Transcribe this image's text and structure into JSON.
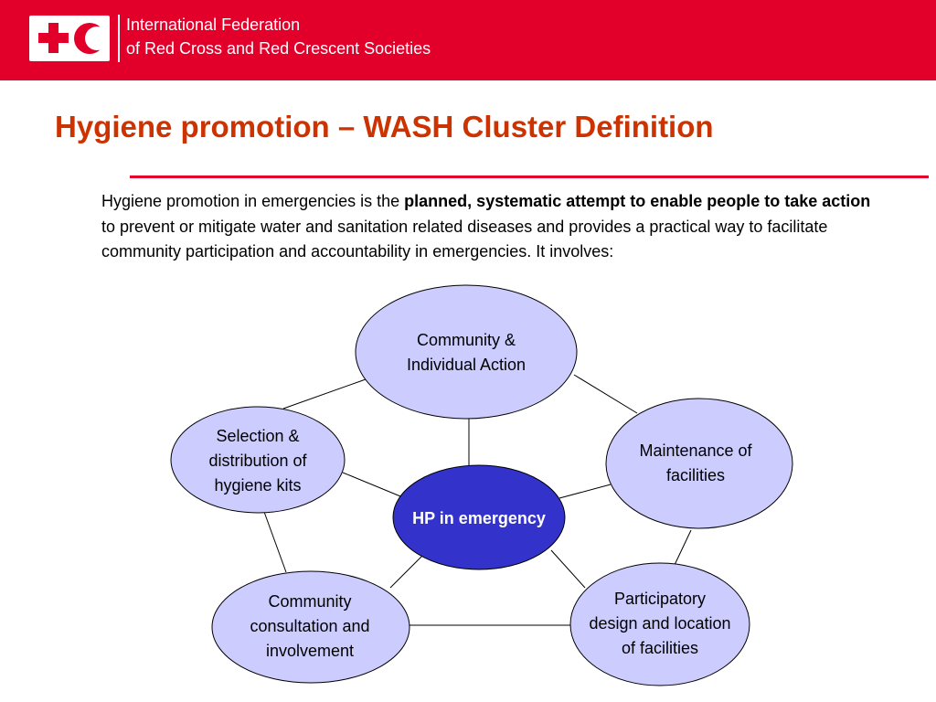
{
  "header": {
    "logo_icon": "red-cross-red-crescent-logo",
    "org_line1": "International Federation",
    "org_line2": "of Red Cross and Red Crescent Societies",
    "color": "#e2002b"
  },
  "title": "Hygiene promotion – WASH Cluster Definition",
  "intro": {
    "part1": "Hygiene promotion in emergencies is the ",
    "bold": "planned, systematic attempt to enable people to take action",
    "part2": " to prevent or mitigate water and sanitation related diseases and provides a practical way to facilitate community participation and accountability in emergencies. It involves:"
  },
  "diagram": {
    "center": "HP in emergency",
    "nodes": {
      "community_action": [
        "Community &",
        "Individual Action"
      ],
      "maintenance": [
        "Maintenance of",
        "facilities"
      ],
      "participatory": [
        "Participatory",
        "design and location",
        "of facilities"
      ],
      "consultation": [
        "Community",
        "consultation and",
        "involvement"
      ],
      "hygiene_kits": [
        "Selection &",
        "distribution of",
        "hygiene kits"
      ]
    },
    "colors": {
      "center_fill": "#3333cc",
      "node_fill": "#ccccff",
      "title": "#cc3300"
    }
  }
}
